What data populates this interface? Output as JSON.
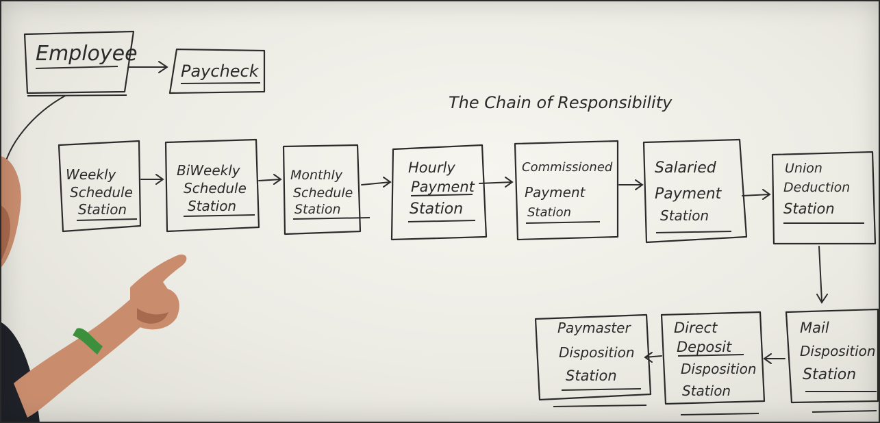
{
  "whiteboard": {
    "title": "The Chain of Responsibility",
    "top_boxes": {
      "employee": "Employee",
      "paycheck": "Paycheck"
    },
    "stations_row1": [
      {
        "line1": "Weekly",
        "line2": "Schedule",
        "line3": "Station"
      },
      {
        "line1": "BiWeekly",
        "line2": "Schedule",
        "line3": "Station"
      },
      {
        "line1": "Monthly",
        "line2": "Schedule",
        "line3": "Station"
      },
      {
        "line1": "Hourly",
        "line2": "Payment",
        "line3": "Station"
      },
      {
        "line1": "Commissioned",
        "line2": "Payment",
        "line3": "Station"
      },
      {
        "line1": "Salaried",
        "line2": "Payment",
        "line3": "Station"
      },
      {
        "line1": "Union",
        "line2": "Deduction",
        "line3": "Station"
      }
    ],
    "stations_row2": [
      {
        "line1": "Paymaster",
        "line2": "Disposition",
        "line3": "Station",
        "line4": ""
      },
      {
        "line1": "Direct",
        "line2": "Deposit",
        "line3": "Disposition",
        "line4": "Station"
      },
      {
        "line1": "Mail",
        "line2": "Disposition",
        "line3": "Station",
        "line4": ""
      }
    ]
  }
}
